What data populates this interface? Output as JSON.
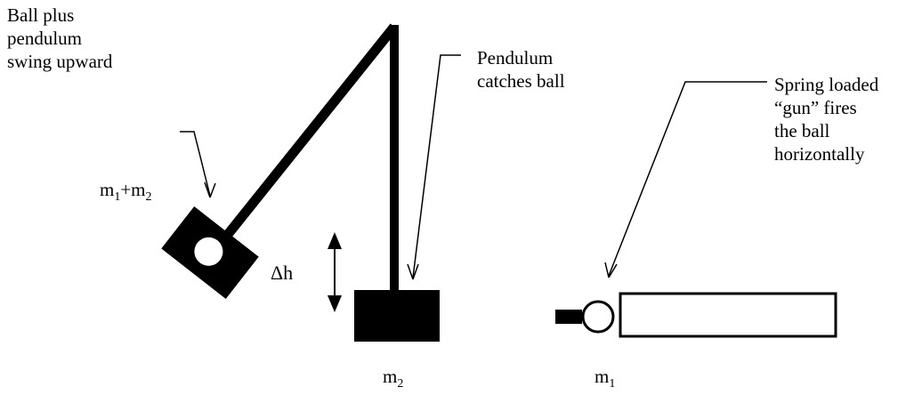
{
  "labels": {
    "swing": [
      "Ball plus",
      "pendulum",
      "swing upward"
    ],
    "catches": [
      "Pendulum",
      "catches ball"
    ],
    "spring": [
      "Spring loaded",
      "“gun” fires",
      "the ball",
      "horizontally"
    ],
    "combined_mass": {
      "m": "m",
      "sub1": "1",
      "plus": "+m",
      "sub2": "2"
    },
    "delta_h": "Δh",
    "m2": {
      "m": "m",
      "sub": "2"
    },
    "m1": {
      "m": "m",
      "sub": "1"
    }
  }
}
